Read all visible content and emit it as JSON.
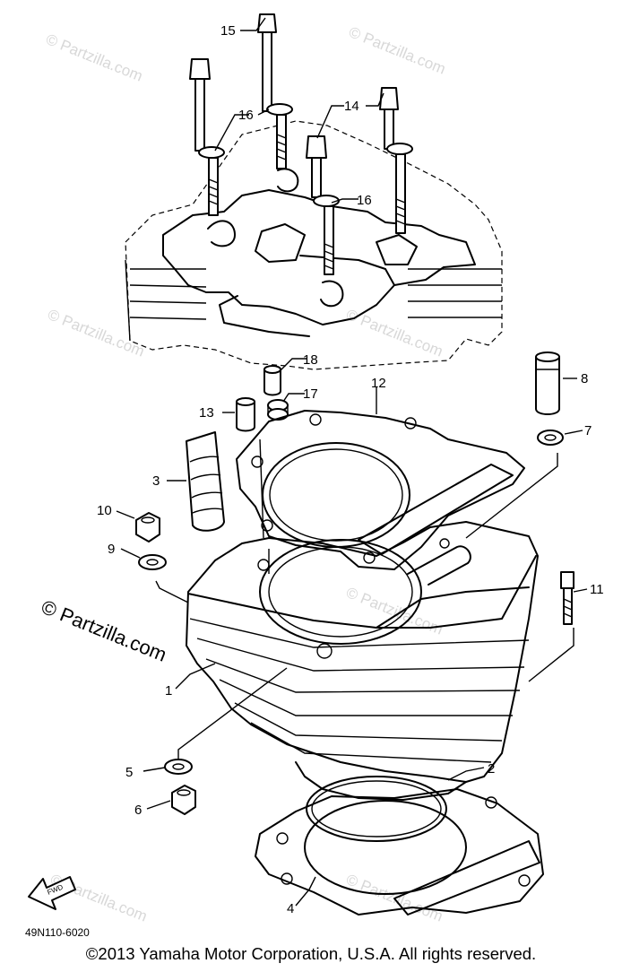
{
  "diagram": {
    "callouts": [
      "15",
      "16",
      "14",
      "16",
      "18",
      "17",
      "12",
      "13",
      "8",
      "7",
      "3",
      "10",
      "9",
      "11",
      "1",
      "2",
      "5",
      "6",
      "4"
    ],
    "part_code": "49N110-6020",
    "fwd_label": "FWD",
    "watermark_main": "© Partzilla.com",
    "watermark_faint": "© Partzilla.com",
    "copyright": "©2013  Yamaha Motor Corporation, U.S.A.  All rights reserved."
  }
}
